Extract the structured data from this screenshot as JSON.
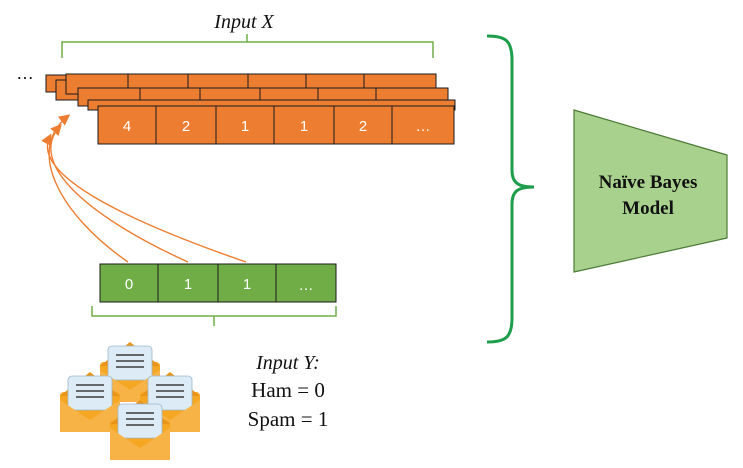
{
  "labels": {
    "input_x": "Input X",
    "input_y": "Input Y:",
    "ham": "Ham = 0",
    "spam": "Spam = 1",
    "model_line1": "Naïve Bayes",
    "model_line2": "Model",
    "stack_more": "…"
  },
  "input_x_front_row": [
    "4",
    "2",
    "1",
    "1",
    "2",
    "…"
  ],
  "input_y_row": [
    "0",
    "1",
    "1",
    "…"
  ],
  "colors": {
    "orange_cell": "#ED7D31",
    "orange_stroke": "#1a1a1a",
    "green_cell": "#70AD47",
    "bracket_green": "#70AD47",
    "big_brace_green": "#1E9E4A",
    "model_fill": "#A9D18E",
    "model_stroke": "#4a7a35",
    "arrow_orange": "#ED7D31",
    "envelope_orange": "#F5A623",
    "envelope_paper": "#DCEBF5"
  },
  "icons": [
    "envelope-icon"
  ]
}
